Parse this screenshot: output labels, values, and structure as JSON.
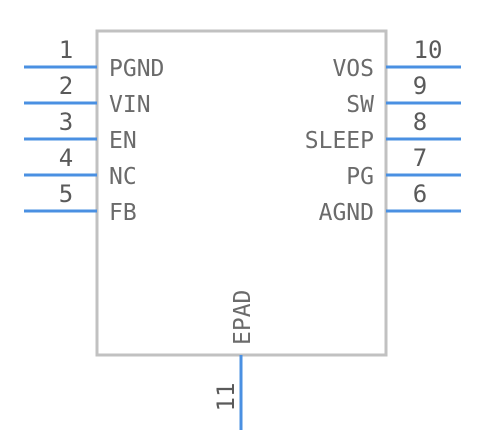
{
  "component": {
    "pins": [
      {
        "number": "1",
        "name": "PGND",
        "side": "left"
      },
      {
        "number": "2",
        "name": "VIN",
        "side": "left"
      },
      {
        "number": "3",
        "name": "EN",
        "side": "left"
      },
      {
        "number": "4",
        "name": "NC",
        "side": "left"
      },
      {
        "number": "5",
        "name": "FB",
        "side": "left"
      },
      {
        "number": "10",
        "name": "VOS",
        "side": "right"
      },
      {
        "number": "9",
        "name": "SW",
        "side": "right"
      },
      {
        "number": "8",
        "name": "SLEEP",
        "side": "right"
      },
      {
        "number": "7",
        "name": "PG",
        "side": "right"
      },
      {
        "number": "6",
        "name": "AGND",
        "side": "right"
      },
      {
        "number": "11",
        "name": "EPAD",
        "side": "bottom"
      }
    ]
  },
  "colors": {
    "pin_line": "#4a90e2",
    "body_outline": "#c1c1c1",
    "text": "#6b6b6b"
  }
}
